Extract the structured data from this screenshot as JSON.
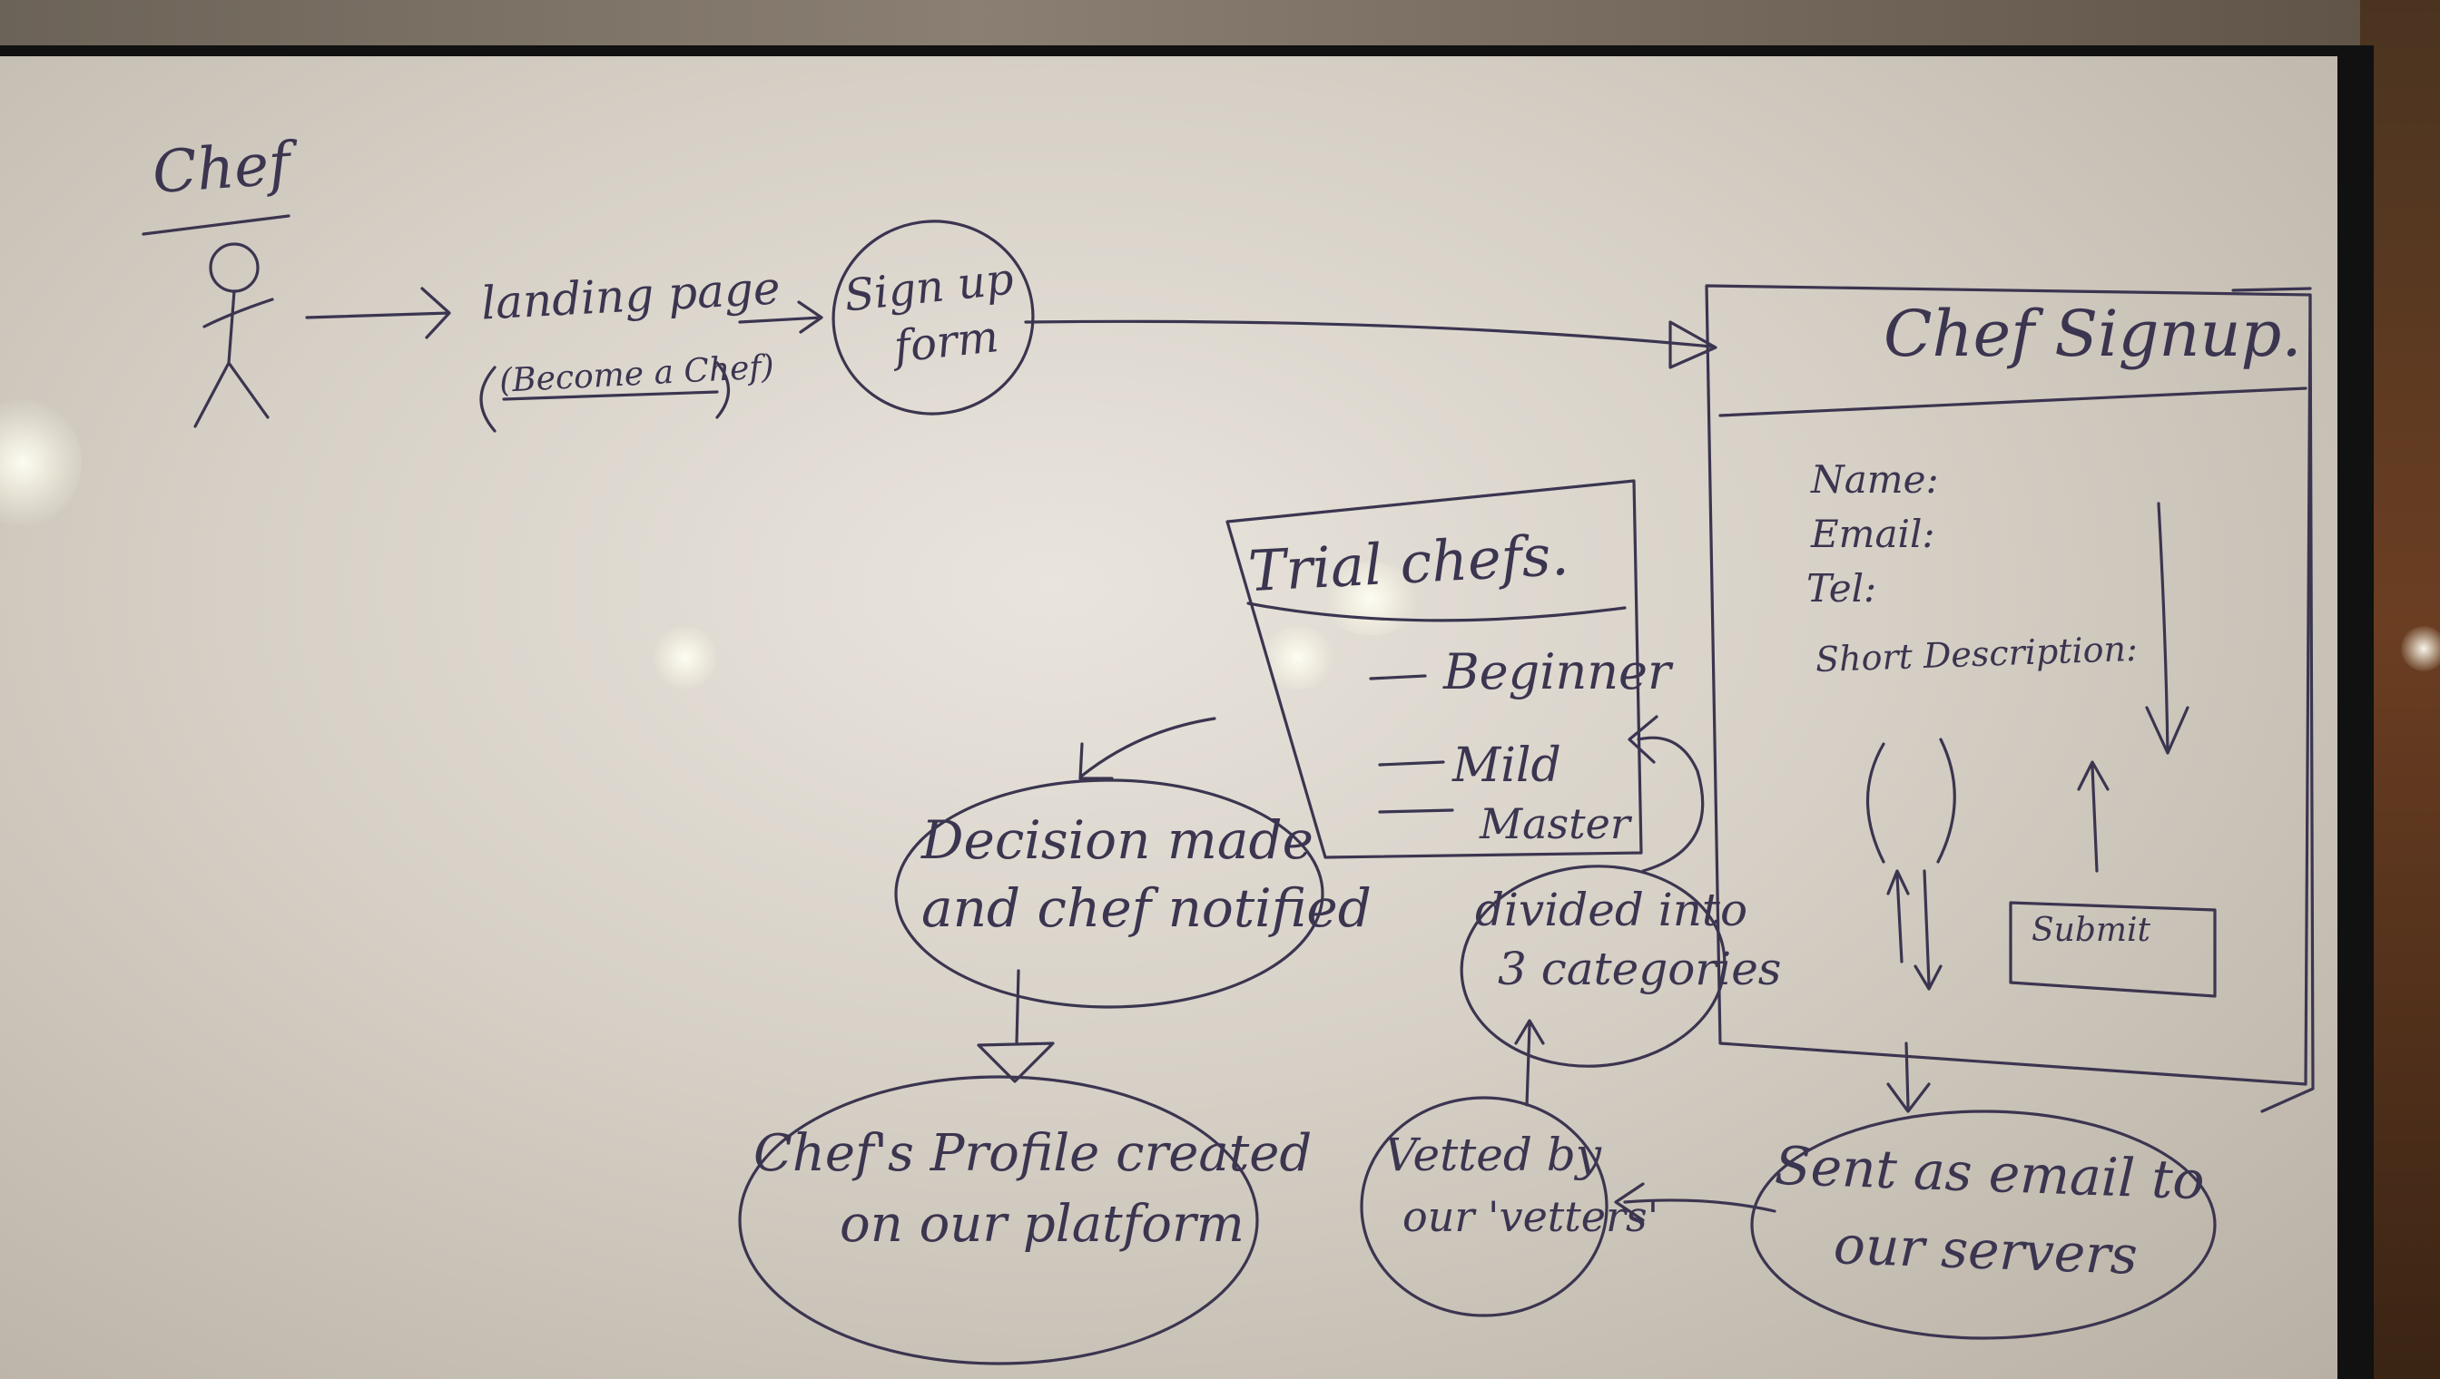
{
  "actor": {
    "label": "Chef"
  },
  "landing": {
    "title": "landing page",
    "link": "(Become a Chef)"
  },
  "signup_bubble": {
    "line1": "Sign up",
    "line2": "form"
  },
  "form_mock": {
    "title": "Chef Signup.",
    "fields": [
      "Name:",
      "Email:",
      "Tel:",
      "Short Description:"
    ],
    "submit": "Submit"
  },
  "levels_box": {
    "title": "Trial chefs.",
    "items": [
      "Beginner",
      "Mild",
      "Master"
    ]
  },
  "nodes": {
    "sent": {
      "line1": "Sent as email to",
      "line2": "our servers"
    },
    "vetted": {
      "line1": "Vetted by",
      "line2": "our 'vetters'"
    },
    "divided": {
      "line1": "divided into",
      "line2": "3 categories"
    },
    "decision": {
      "line1": "Decision made",
      "line2": "and chef notified"
    },
    "profile": {
      "line1": "Chef's Profile created",
      "line2": "on our platform"
    }
  },
  "colors": {
    "ink": "#3b3550",
    "board": "#e3ddd4",
    "frame": "#111111"
  }
}
